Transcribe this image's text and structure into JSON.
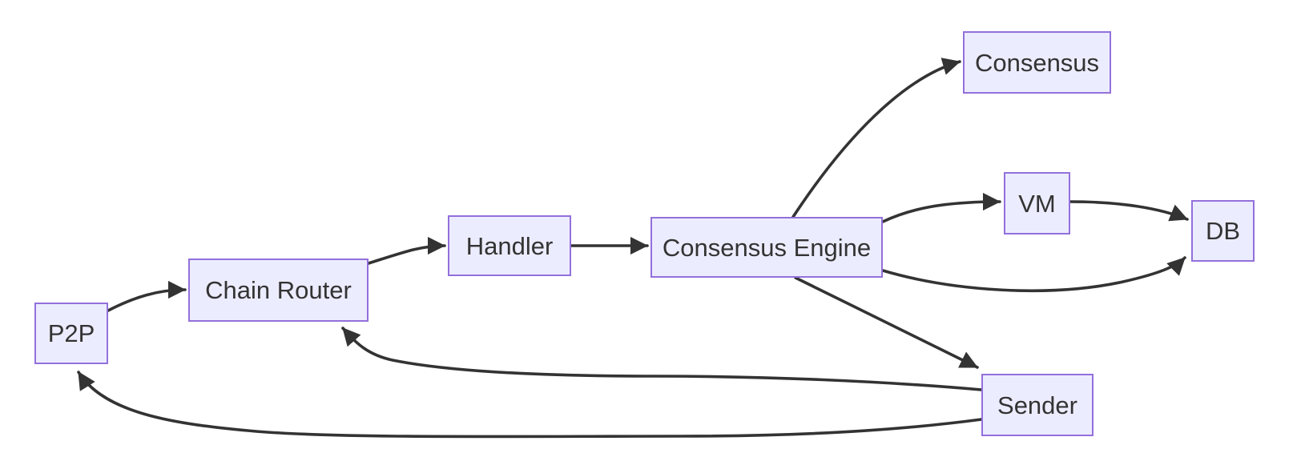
{
  "diagram": {
    "type": "flowchart",
    "background_color": "#FFFFFF",
    "node_fill_color": "#ECECFF",
    "node_border_color": "#9370DB",
    "edge_color": "#333333",
    "text_color": "#333333",
    "nodes": [
      {
        "id": "p2p",
        "label": "P2P"
      },
      {
        "id": "chain-router",
        "label": "Chain Router"
      },
      {
        "id": "handler",
        "label": "Handler"
      },
      {
        "id": "consensus-engine",
        "label": "Consensus Engine"
      },
      {
        "id": "consensus",
        "label": "Consensus"
      },
      {
        "id": "vm",
        "label": "VM"
      },
      {
        "id": "db",
        "label": "DB"
      },
      {
        "id": "sender",
        "label": "Sender"
      }
    ],
    "edges": [
      {
        "from": "P2P",
        "to": "Chain Router"
      },
      {
        "from": "Chain Router",
        "to": "Handler"
      },
      {
        "from": "Handler",
        "to": "Consensus Engine"
      },
      {
        "from": "Consensus Engine",
        "to": "Consensus"
      },
      {
        "from": "Consensus Engine",
        "to": "VM"
      },
      {
        "from": "VM",
        "to": "DB"
      },
      {
        "from": "Consensus Engine",
        "to": "DB"
      },
      {
        "from": "Consensus Engine",
        "to": "Sender"
      },
      {
        "from": "Sender",
        "to": "Chain Router"
      },
      {
        "from": "Sender",
        "to": "P2P"
      }
    ]
  }
}
